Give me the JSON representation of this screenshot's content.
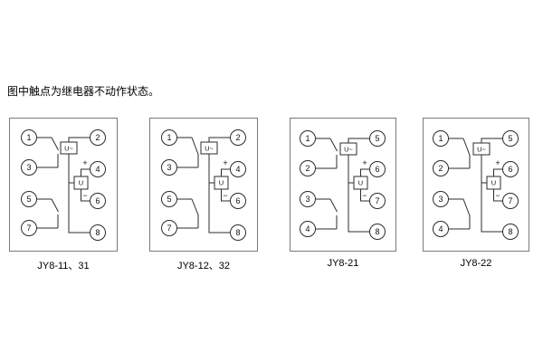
{
  "note": "图中触点为继电器不动作状态。",
  "diagrams": [
    {
      "caption": "JY8-11、31",
      "left_terminals": [
        "1",
        "3",
        "5",
        "7"
      ],
      "right_terminals": [
        "2",
        "4",
        "6",
        "8"
      ],
      "ac_label": "U~",
      "dc_label": "U",
      "plus": "+",
      "minus": "−"
    },
    {
      "caption": "JY8-12、32",
      "left_terminals": [
        "1",
        "3",
        "5",
        "7"
      ],
      "right_terminals": [
        "2",
        "4",
        "6",
        "8"
      ],
      "ac_label": "U~",
      "dc_label": "U",
      "plus": "+",
      "minus": "−"
    },
    {
      "caption": "JY8-21",
      "left_terminals": [
        "1",
        "2",
        "3",
        "4"
      ],
      "right_terminals": [
        "5",
        "6",
        "7",
        "8"
      ],
      "ac_label": "U~",
      "dc_label": "U",
      "plus": "+",
      "minus": "−"
    },
    {
      "caption": "JY8-22",
      "left_terminals": [
        "1",
        "2",
        "3",
        "4"
      ],
      "right_terminals": [
        "5",
        "6",
        "7",
        "8"
      ],
      "ac_label": "U~",
      "dc_label": "U",
      "plus": "+",
      "minus": "−"
    }
  ]
}
